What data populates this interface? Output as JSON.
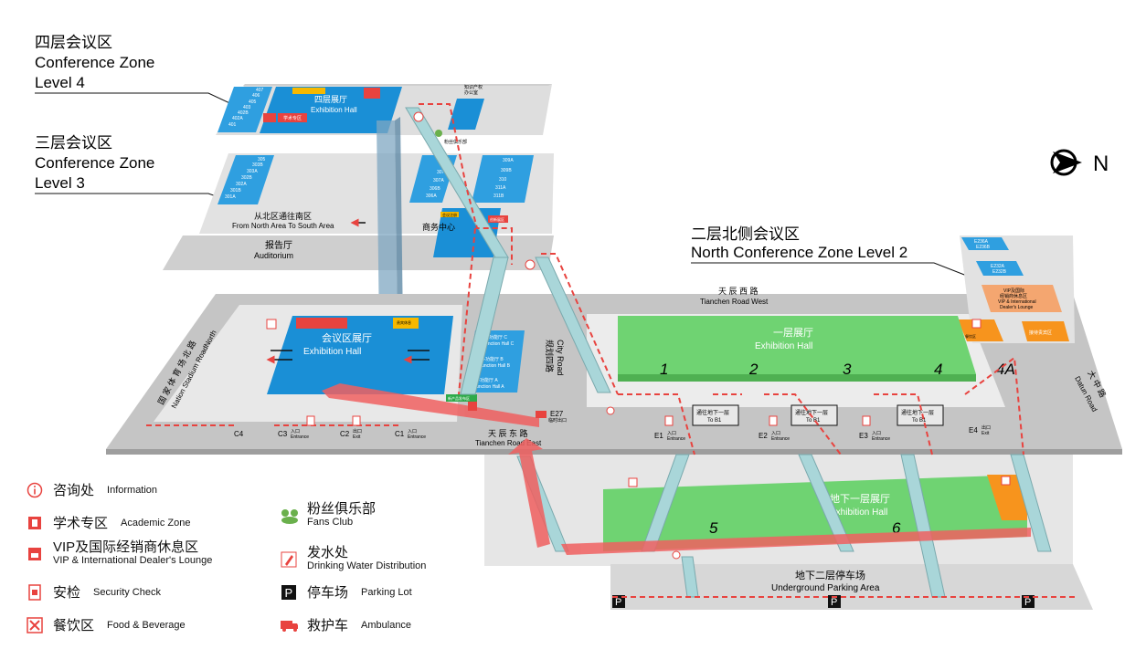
{
  "zones": {
    "level4": {
      "cn": "四层会议区",
      "en1": "Conference Zone",
      "en2": "Level 4"
    },
    "level3": {
      "cn": "三层会议区",
      "en1": "Conference Zone",
      "en2": "Level 3"
    },
    "north2": {
      "cn": "二层北侧会议区",
      "en": "North Conference Zone Level 2"
    }
  },
  "compass": {
    "label": "N"
  },
  "level4": {
    "rooms": [
      "407",
      "406",
      "405",
      "403",
      "402B",
      "402A",
      "401"
    ],
    "hall_cn": "四层展厅",
    "hall_en": "Exhibition Hall",
    "academic": "学术专区",
    "ip_office_cn": "知识产权",
    "ip_office_cn2": "办公室",
    "fans": "粉丝俱乐部"
  },
  "level3": {
    "rooms_left": [
      "305",
      "303B",
      "303A",
      "302B",
      "302A",
      "301B",
      "301A"
    ],
    "rooms_mid": [
      "308",
      "307B",
      "307A",
      "306B",
      "306A"
    ],
    "rooms_right": [
      "309A",
      "309B",
      "310",
      "311A",
      "311B"
    ],
    "passage_cn": "从北区通往南区",
    "passage_en": "From North Area To South Area",
    "business_cn": "商务中心",
    "meeting_reg": "会议注册",
    "innovation": "创新展区",
    "auditorium_cn": "报告厅",
    "auditorium_en": "Auditorium"
  },
  "north2": {
    "rooms": [
      [
        "E236A",
        "E236B"
      ],
      [
        "E232A",
        "E232B"
      ]
    ],
    "vip_cn": "VIP及国际",
    "vip_cn2": "经销商休息区",
    "vip_en": "VIP & International",
    "vip_en2": "Dealer's Lounge",
    "food_cn": "餐饮区",
    "food_en": "Food & Beverage",
    "reception": "接待贵宾区"
  },
  "level2": {
    "hall_cn": "会议区展厅",
    "hall_en": "Exhibition Hall",
    "fx_c": "多功能厅 C",
    "fx_c_en": "Function Hall C",
    "fx_b": "多功能厅 B",
    "fx_b_en": "Function Hall B",
    "fx_a": "多功能厅 A",
    "fx_a_en": "Function Hall A",
    "road_cn": "规划四路",
    "road_en": "City Road",
    "rest_cn": "贵宾休息",
    "flower": "新产品发布区"
  },
  "level1": {
    "hall_cn": "一层展厅",
    "hall_en": "Exhibition Hall",
    "halls": [
      "1",
      "2",
      "3",
      "4",
      "4A"
    ],
    "to_b1_cn": "通往地下一层",
    "to_b1_en": "To B1",
    "road_west_cn": "天 辰 西 路",
    "road_west_en": "Tianchen Road West",
    "road_east_cn": "天 辰 东 路",
    "road_east_en": "Tianchen Road East",
    "nation_cn": "国 家 体 育 场 北 路",
    "nation_en": "Nation Stadium RoadNorth",
    "dazhong_cn": "大 中 路",
    "dazhong_en": "Datun Road",
    "gates": [
      {
        "id": "C4",
        "type": ""
      },
      {
        "id": "C3",
        "type": "入口",
        "en": "Entrance"
      },
      {
        "id": "C2",
        "type": "出口",
        "en": "Exit"
      },
      {
        "id": "C1",
        "type": "入口",
        "en": "Entrance"
      },
      {
        "id": "E27",
        "type": "临时出口",
        "en": ""
      },
      {
        "id": "E1",
        "type": "入口",
        "en": "Entrance"
      },
      {
        "id": "E2",
        "type": "入口",
        "en": "Entrance"
      },
      {
        "id": "E3",
        "type": "入口",
        "en": "Entrance"
      },
      {
        "id": "E4",
        "type": "出口",
        "en": "Exit"
      }
    ]
  },
  "b1": {
    "hall_cn": "地下一层展厅",
    "hall_en": "Exhibition Hall",
    "halls": [
      "5",
      "6"
    ],
    "parking_cn": "地下二层停车场",
    "parking_en": "Underground Parking Area",
    "p": "P"
  },
  "legend": [
    {
      "icon": "info-icon",
      "cn": "咨询处",
      "en": "Information"
    },
    {
      "icon": "academic-icon",
      "cn": "学术专区",
      "en": "Academic Zone"
    },
    {
      "icon": "vip-lounge-icon",
      "cn": "VIP及国际经销商休息区",
      "en": "VIP & International Dealer's Lounge"
    },
    {
      "icon": "security-check-icon",
      "cn": "安检",
      "en": "Security Check"
    },
    {
      "icon": "food-beverage-icon",
      "cn": "餐饮区",
      "en": "Food & Beverage"
    },
    {
      "icon": "fans-club-icon",
      "cn": "粉丝俱乐部",
      "en": "Fans Club"
    },
    {
      "icon": "water-icon",
      "cn": "发水处",
      "en": "Drinking Water Distribution"
    },
    {
      "icon": "parking-icon",
      "cn": "停车场",
      "en": "Parking Lot"
    },
    {
      "icon": "ambulance-icon",
      "cn": "救护车",
      "en": "Ambulance"
    }
  ],
  "colors": {
    "blue": "#1a8fd6",
    "green": "#6fd372",
    "red": "#e8433f",
    "grey": "#bdbdbd",
    "lightgrey": "#e2e2e2",
    "teal": "#a9d6d9"
  }
}
